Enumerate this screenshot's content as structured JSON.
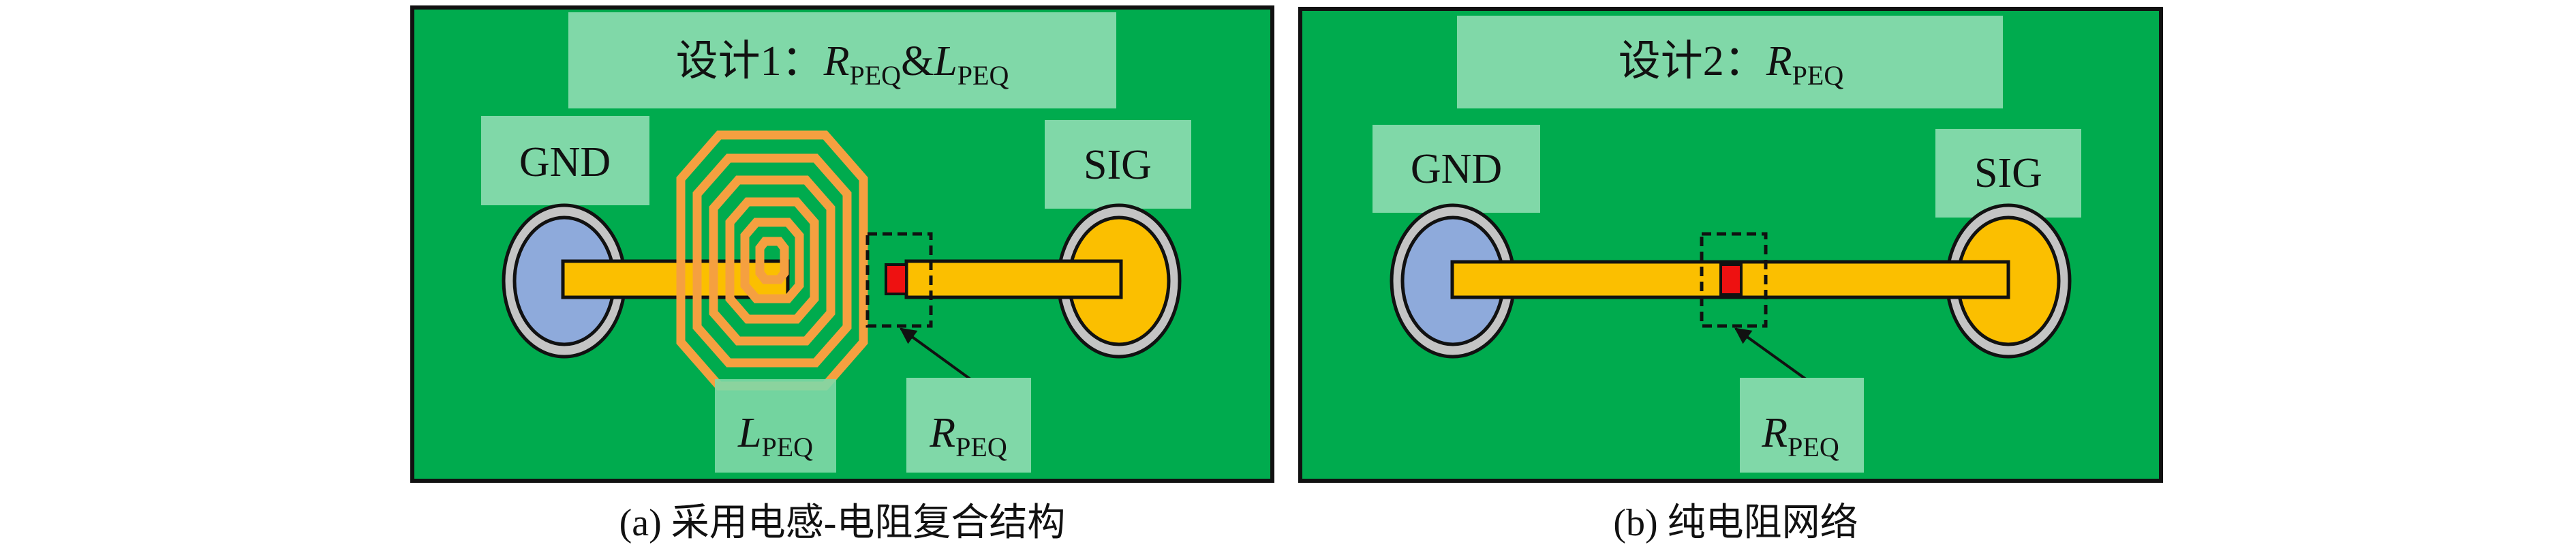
{
  "panel_a": {
    "title_prefix": "设计1：",
    "title_r": "R",
    "title_r_sub": "PEQ",
    "title_amp": "&",
    "title_l": "L",
    "title_l_sub": "PEQ",
    "gnd": "GND",
    "sig": "SIG",
    "l_label": "L",
    "l_sub": "PEQ",
    "r_label": "R",
    "r_sub": "PEQ",
    "caption": "(a) 采用电感-电阻复合结构"
  },
  "panel_b": {
    "title_prefix": "设计2：",
    "title_r": "R",
    "title_r_sub": "PEQ",
    "gnd": "GND",
    "sig": "SIG",
    "r_label": "R",
    "r_sub": "PEQ",
    "caption": "(b) 纯电阻网络"
  },
  "colors": {
    "board": "#00ab4e",
    "label_box": "#80d8a8",
    "trace": "#fbbf00",
    "gnd_pad": "#8eaadb",
    "pad_ring": "#c4c4c4",
    "spiral": "#f5a040",
    "resistor": "#ee1111"
  }
}
